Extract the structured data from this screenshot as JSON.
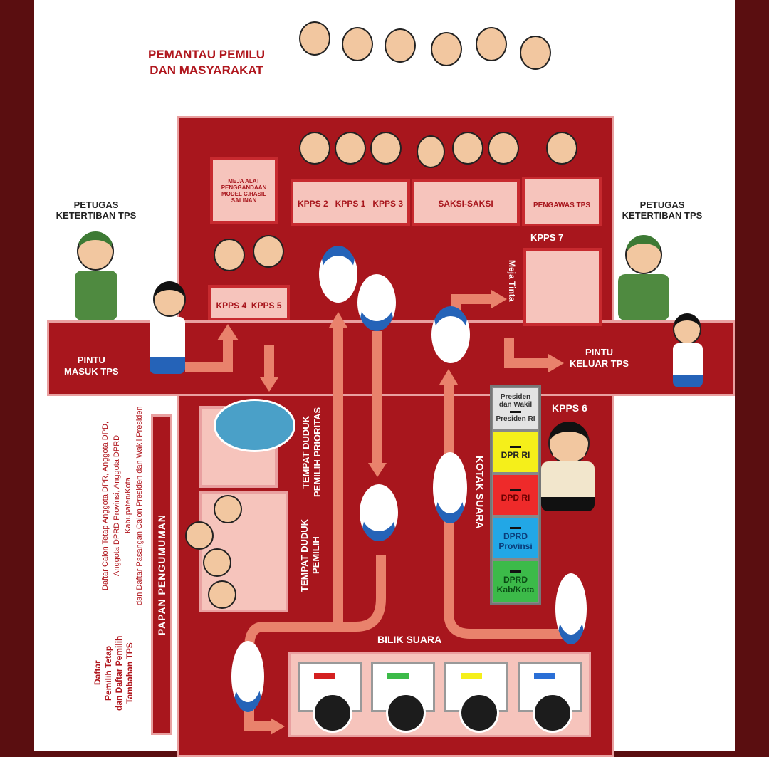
{
  "title": {
    "line1": "PEMANTAU PEMILU",
    "line2": "DAN MASYARAKAT"
  },
  "petugas_left": {
    "line1": "PETUGAS",
    "line2": "KETERTIBAN TPS"
  },
  "petugas_right": {
    "line1": "PETUGAS",
    "line2": "KETERTIBAN TPS"
  },
  "desks": {
    "meja_alat": "MEJA ALAT PENGGANDAAN MODEL C.HASIL SALINAN",
    "kpps_main": "KPPS 2   KPPS 1   KPPS 3",
    "saksi": "SAKSI-SAKSI",
    "pengawas": "PENGAWAS TPS",
    "kpps45": "KPPS 4  KPPS 5",
    "kpps7": "KPPS 7",
    "meja_tinta": "Meja Tinta",
    "kpps6": "KPPS 6"
  },
  "entrance": {
    "line1": "PINTU",
    "line2": "MASUK TPS"
  },
  "exit": {
    "line1": "PINTU",
    "line2": "KELUAR TPS"
  },
  "seating": {
    "prioritas": "TEMPAT DUDUK PEMILIH PRIORITAS",
    "pemilih": "TEMPAT DUDUK PEMILIH"
  },
  "kotak_suara": "KOTAK SUARA",
  "bilik_suara": "BILIK SUARA",
  "papan": "PAPAN PENGUMUMAN",
  "notice1": {
    "l1": "Daftar",
    "l2": "Pemilih Tetap",
    "l3": "dan Daftar Pemilih",
    "l4": "Tambahan TPS"
  },
  "notice2": {
    "l1": "Daftar Calon Tetap Anggota DPR, Anggota DPD,",
    "l2": "Anggota DPRD Provinsi, Anggota DPRD Kabupaten/Kota",
    "l3": "dan Daftar Pasangan Calon Presiden dan Wakil Presiden"
  },
  "ballot_boxes": [
    {
      "l1": "Presiden dan Wakil",
      "l2": "Presiden RI",
      "color": "#e3e3e3",
      "text": "#333"
    },
    {
      "l1": "",
      "l2": "DPR RI",
      "color": "#f5ef1a",
      "text": "#222"
    },
    {
      "l1": "",
      "l2": "DPD RI",
      "color": "#ee2a2a",
      "text": "#6b0000"
    },
    {
      "l1": "",
      "l2": "DPRD Provinsi",
      "color": "#22a7e6",
      "text": "#0a3c7a"
    },
    {
      "l1": "",
      "l2": "DPRD Kab/Kota",
      "color": "#3cba49",
      "text": "#0a4a14"
    }
  ],
  "booth_colors": [
    "#d42020",
    "#3cba49",
    "#f5ef1a",
    "#2a6fd6"
  ]
}
